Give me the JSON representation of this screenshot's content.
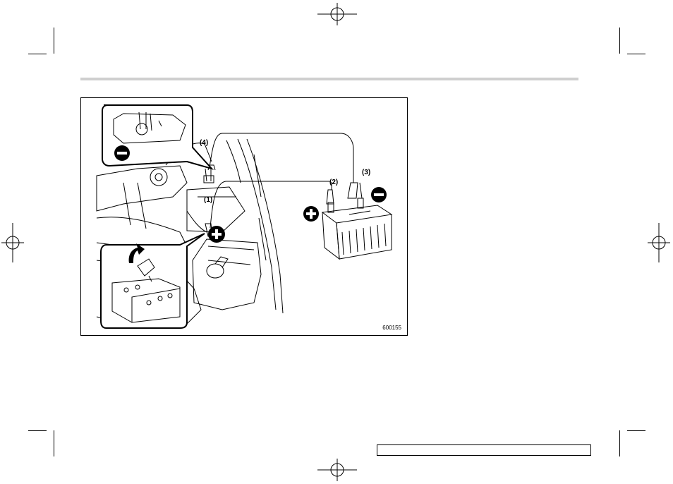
{
  "figure": {
    "code": "600155",
    "callouts": [
      "(1)",
      "(2)",
      "(3)",
      "(4)"
    ],
    "symbols": {
      "positive": "plus-sign",
      "negative": "minus-sign"
    }
  },
  "footer": {
    "text": ""
  }
}
